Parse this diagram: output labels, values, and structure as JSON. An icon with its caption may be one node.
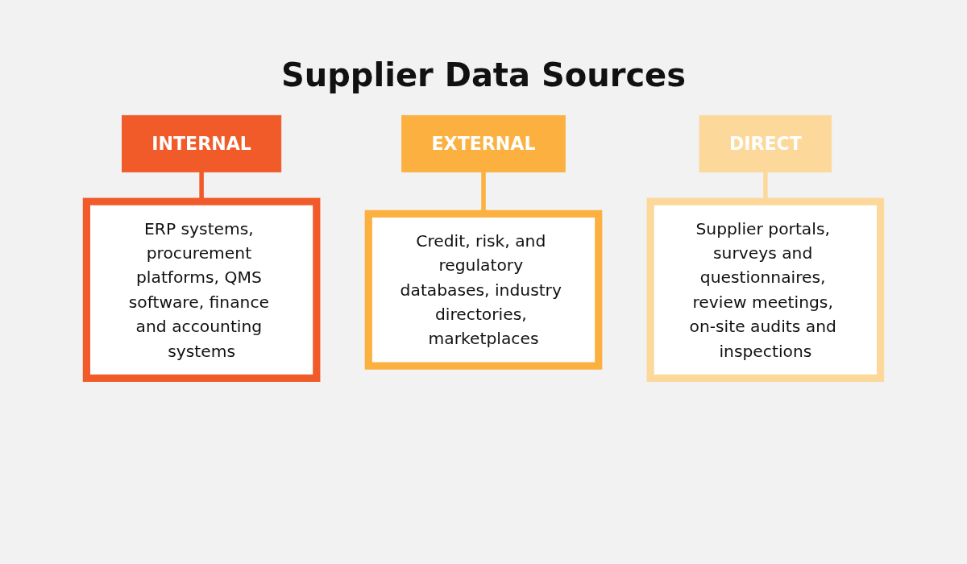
{
  "diagram": {
    "title": "Supplier Data Sources",
    "nodes": [
      {
        "text": [
          "INTERNAL"
        ]
      },
      {
        "text": [
          "ERP systems, procurement platforms, QMS software, finance and accounting systems"
        ]
      },
      {
        "text": [
          "EXTERNAL"
        ]
      },
      {
        "text": [
          "Credit, risk, and regulatory databases, industry directories, marketplaces"
        ]
      },
      {
        "text": [
          "DIRECT"
        ]
      },
      {
        "text": [
          "Supplier portals, surveys and questionnaires, review meetings, on-site audits and inspections"
        ]
      }
    ],
    "edges": [
      {
        "from": 0,
        "to": 1,
        "arrow": "none",
        "color": "#f15a29"
      },
      {
        "from": 2,
        "to": 3,
        "arrow": "none",
        "color": "#fbb040"
      },
      {
        "from": 4,
        "to": 5,
        "arrow": "none",
        "color": "#fdd89b"
      }
    ]
  }
}
